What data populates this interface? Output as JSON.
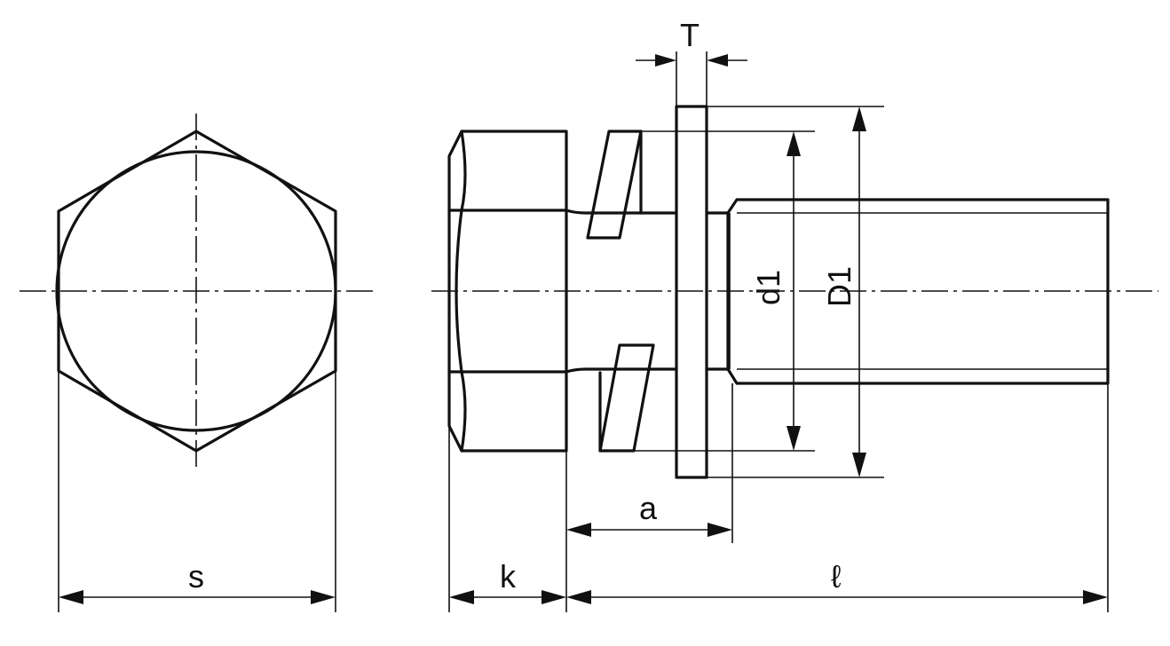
{
  "labels": {
    "s": "s",
    "k": "k",
    "l": "ℓ",
    "a": "a",
    "T": "T",
    "d1": "d1",
    "D1": "D1"
  }
}
